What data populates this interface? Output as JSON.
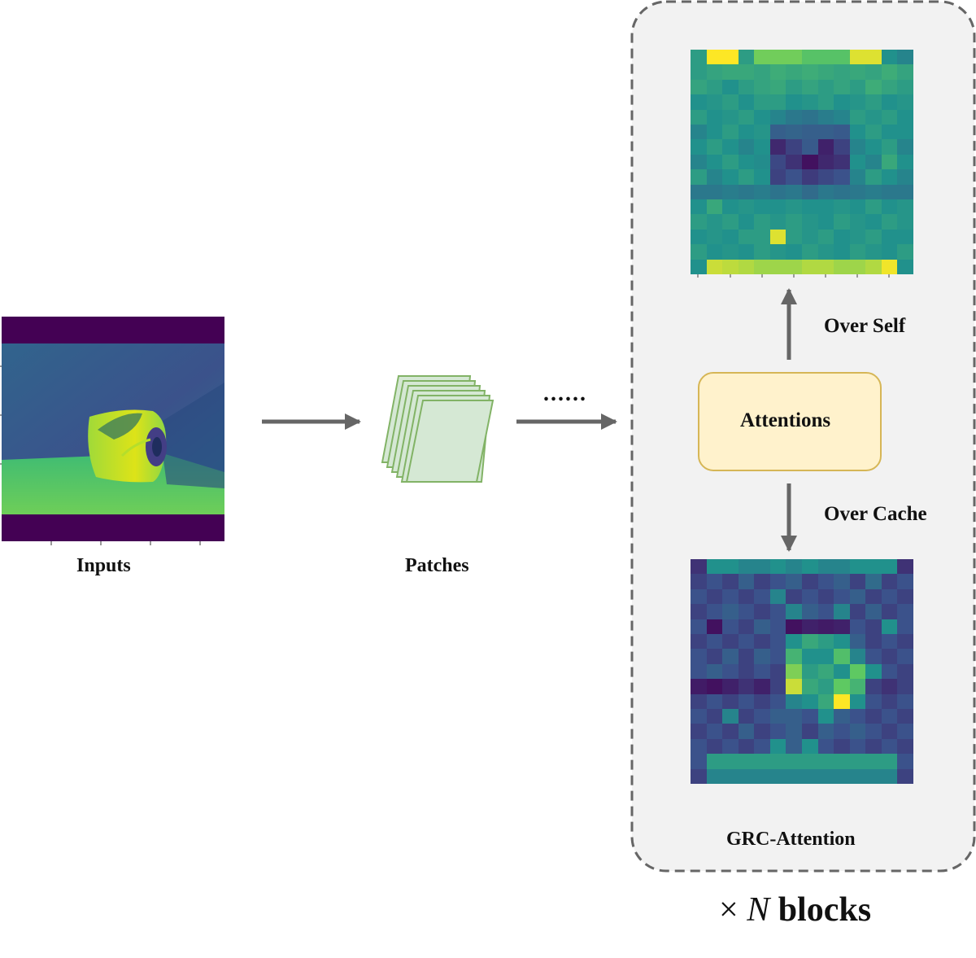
{
  "labels": {
    "inputs": "Inputs",
    "patches": "Patches",
    "dots": "......",
    "attentions": "Attentions",
    "over_self": "Over Self",
    "over_cache": "Over Cache",
    "grc_attention": "GRC-Attention",
    "times": "×",
    "n": "N",
    "blocks": "blocks"
  },
  "colors": {
    "arrow": "#666666",
    "panel_bg": "#f2f2f2",
    "panel_border": "#666666",
    "attention_fill": "#fff2cc",
    "attention_border": "#d6b656",
    "patch_fill": "#d5e8d4",
    "patch_border": "#82b366"
  },
  "icons": {
    "input_image": "toilet-paper-roll-photo-viridis",
    "patches": "stacked-patches-icon"
  },
  "heatmaps": {
    "over_self": [
      [
        0.55,
        1.0,
        1.0,
        0.55,
        0.78,
        0.78,
        0.78,
        0.72,
        0.72,
        0.72,
        0.95,
        0.95,
        0.5,
        0.45
      ],
      [
        0.55,
        0.58,
        0.6,
        0.6,
        0.58,
        0.62,
        0.6,
        0.62,
        0.6,
        0.58,
        0.6,
        0.58,
        0.62,
        0.58
      ],
      [
        0.58,
        0.55,
        0.5,
        0.55,
        0.58,
        0.6,
        0.55,
        0.58,
        0.55,
        0.58,
        0.55,
        0.62,
        0.58,
        0.55
      ],
      [
        0.5,
        0.52,
        0.55,
        0.5,
        0.55,
        0.55,
        0.5,
        0.52,
        0.55,
        0.5,
        0.52,
        0.55,
        0.5,
        0.52
      ],
      [
        0.55,
        0.5,
        0.52,
        0.55,
        0.5,
        0.45,
        0.4,
        0.38,
        0.42,
        0.45,
        0.55,
        0.52,
        0.55,
        0.5
      ],
      [
        0.45,
        0.5,
        0.55,
        0.5,
        0.52,
        0.3,
        0.32,
        0.3,
        0.3,
        0.28,
        0.5,
        0.55,
        0.5,
        0.5
      ],
      [
        0.5,
        0.55,
        0.5,
        0.45,
        0.5,
        0.12,
        0.2,
        0.28,
        0.1,
        0.2,
        0.45,
        0.5,
        0.55,
        0.45
      ],
      [
        0.45,
        0.5,
        0.55,
        0.5,
        0.48,
        0.22,
        0.15,
        0.05,
        0.12,
        0.15,
        0.5,
        0.45,
        0.6,
        0.5
      ],
      [
        0.55,
        0.45,
        0.5,
        0.55,
        0.5,
        0.2,
        0.25,
        0.18,
        0.22,
        0.25,
        0.45,
        0.55,
        0.5,
        0.45
      ],
      [
        0.4,
        0.4,
        0.42,
        0.4,
        0.42,
        0.38,
        0.4,
        0.35,
        0.4,
        0.38,
        0.4,
        0.42,
        0.4,
        0.4
      ],
      [
        0.5,
        0.6,
        0.5,
        0.52,
        0.5,
        0.5,
        0.52,
        0.5,
        0.5,
        0.52,
        0.5,
        0.55,
        0.5,
        0.52
      ],
      [
        0.55,
        0.52,
        0.55,
        0.5,
        0.55,
        0.52,
        0.55,
        0.52,
        0.5,
        0.55,
        0.52,
        0.5,
        0.55,
        0.52
      ],
      [
        0.5,
        0.52,
        0.5,
        0.55,
        0.55,
        0.95,
        0.55,
        0.52,
        0.55,
        0.5,
        0.52,
        0.55,
        0.5,
        0.5
      ],
      [
        0.55,
        0.5,
        0.52,
        0.5,
        0.55,
        0.52,
        0.5,
        0.55,
        0.52,
        0.5,
        0.55,
        0.52,
        0.5,
        0.55
      ],
      [
        0.5,
        0.92,
        0.9,
        0.88,
        0.85,
        0.85,
        0.85,
        0.88,
        0.88,
        0.85,
        0.85,
        0.88,
        0.98,
        0.5
      ]
    ],
    "over_cache": [
      [
        0.15,
        0.5,
        0.5,
        0.45,
        0.45,
        0.5,
        0.45,
        0.5,
        0.45,
        0.45,
        0.5,
        0.5,
        0.5,
        0.15
      ],
      [
        0.2,
        0.25,
        0.2,
        0.3,
        0.2,
        0.25,
        0.3,
        0.2,
        0.25,
        0.3,
        0.2,
        0.35,
        0.2,
        0.25
      ],
      [
        0.25,
        0.2,
        0.25,
        0.2,
        0.25,
        0.45,
        0.2,
        0.25,
        0.2,
        0.25,
        0.3,
        0.2,
        0.25,
        0.2
      ],
      [
        0.2,
        0.25,
        0.3,
        0.25,
        0.2,
        0.25,
        0.45,
        0.3,
        0.25,
        0.45,
        0.2,
        0.3,
        0.2,
        0.25
      ],
      [
        0.25,
        0.05,
        0.25,
        0.2,
        0.3,
        0.25,
        0.05,
        0.1,
        0.08,
        0.1,
        0.25,
        0.2,
        0.5,
        0.25
      ],
      [
        0.2,
        0.25,
        0.2,
        0.25,
        0.2,
        0.25,
        0.5,
        0.6,
        0.55,
        0.5,
        0.3,
        0.2,
        0.25,
        0.2
      ],
      [
        0.25,
        0.2,
        0.3,
        0.2,
        0.3,
        0.25,
        0.65,
        0.5,
        0.5,
        0.7,
        0.45,
        0.25,
        0.2,
        0.25
      ],
      [
        0.25,
        0.3,
        0.25,
        0.2,
        0.25,
        0.2,
        0.8,
        0.55,
        0.6,
        0.5,
        0.75,
        0.5,
        0.25,
        0.2
      ],
      [
        0.08,
        0.05,
        0.1,
        0.15,
        0.1,
        0.2,
        0.92,
        0.6,
        0.55,
        0.75,
        0.65,
        0.2,
        0.15,
        0.2
      ],
      [
        0.2,
        0.25,
        0.2,
        0.25,
        0.2,
        0.25,
        0.45,
        0.5,
        0.6,
        1.0,
        0.5,
        0.25,
        0.2,
        0.25
      ],
      [
        0.25,
        0.2,
        0.45,
        0.2,
        0.25,
        0.3,
        0.3,
        0.25,
        0.5,
        0.3,
        0.25,
        0.2,
        0.25,
        0.2
      ],
      [
        0.2,
        0.25,
        0.2,
        0.3,
        0.2,
        0.25,
        0.3,
        0.2,
        0.3,
        0.25,
        0.3,
        0.25,
        0.2,
        0.25
      ],
      [
        0.25,
        0.2,
        0.25,
        0.2,
        0.25,
        0.5,
        0.3,
        0.5,
        0.25,
        0.2,
        0.25,
        0.2,
        0.25,
        0.2
      ],
      [
        0.25,
        0.55,
        0.55,
        0.55,
        0.55,
        0.55,
        0.55,
        0.55,
        0.55,
        0.55,
        0.55,
        0.55,
        0.55,
        0.25
      ],
      [
        0.2,
        0.45,
        0.45,
        0.45,
        0.45,
        0.45,
        0.45,
        0.45,
        0.45,
        0.45,
        0.45,
        0.45,
        0.45,
        0.2
      ]
    ]
  }
}
